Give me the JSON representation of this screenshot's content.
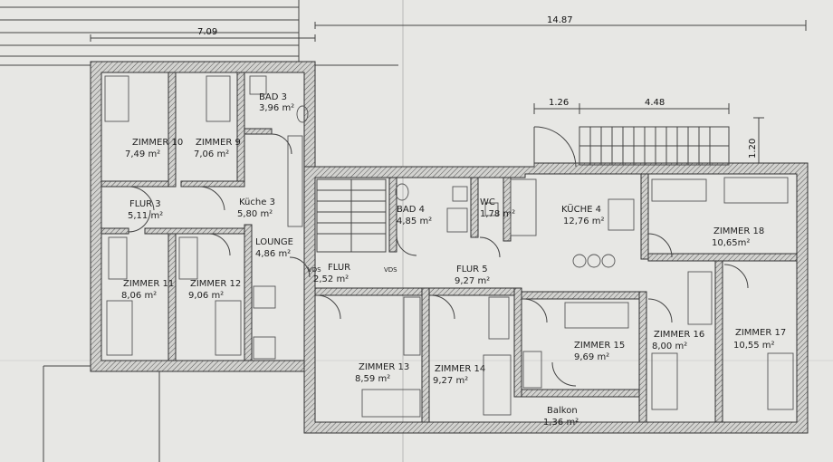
{
  "dimensions": {
    "total": "14.87",
    "left": "7.09",
    "stair_offset": "1.26",
    "stair_length": "4.48",
    "stair_depth": "1.20"
  },
  "rooms": [
    {
      "id": "zimmer10",
      "name": "ZIMMER 10",
      "area": "7,49 m²"
    },
    {
      "id": "zimmer9",
      "name": "ZIMMER 9",
      "area": "7,06 m²"
    },
    {
      "id": "bad3",
      "name": "BAD 3",
      "area": "3,96 m²"
    },
    {
      "id": "flur3",
      "name": "FLUR 3",
      "area": "5,11 m²"
    },
    {
      "id": "kueche3",
      "name": "Küche 3",
      "area": "5,80 m²"
    },
    {
      "id": "lounge",
      "name": "LOUNGE",
      "area": "4,86 m²"
    },
    {
      "id": "zimmer11",
      "name": "ZIMMER 11",
      "area": "8,06 m²"
    },
    {
      "id": "zimmer12",
      "name": "ZIMMER 12",
      "area": "9,06 m²"
    },
    {
      "id": "bad4",
      "name": "BAD 4",
      "area": "4,85 m²"
    },
    {
      "id": "wc",
      "name": "WC",
      "area": "1,78 m²"
    },
    {
      "id": "kueche4",
      "name": "KÜCHE 4",
      "area": "12,76 m²"
    },
    {
      "id": "zimmer18",
      "name": "ZIMMER 18",
      "area": "10,65m²"
    },
    {
      "id": "flur",
      "name": "FLUR",
      "area": "2,52 m²"
    },
    {
      "id": "flur5",
      "name": "FLUR 5",
      "area": "9,27 m²"
    },
    {
      "id": "zimmer13",
      "name": "ZIMMER 13",
      "area": "8,59 m²"
    },
    {
      "id": "zimmer14",
      "name": "ZIMMER 14",
      "area": "9,27 m²"
    },
    {
      "id": "zimmer15",
      "name": "ZIMMER 15",
      "area": "9,69 m²"
    },
    {
      "id": "zimmer16",
      "name": "ZIMMER 16",
      "area": "8,00 m²"
    },
    {
      "id": "zimmer17",
      "name": "ZIMMER 17",
      "area": "10,55 m²"
    },
    {
      "id": "balkon",
      "name": "Balkon",
      "area": "1,36 m²"
    }
  ],
  "markers": {
    "vds_left": "VDS",
    "vds_right": "VDS"
  }
}
